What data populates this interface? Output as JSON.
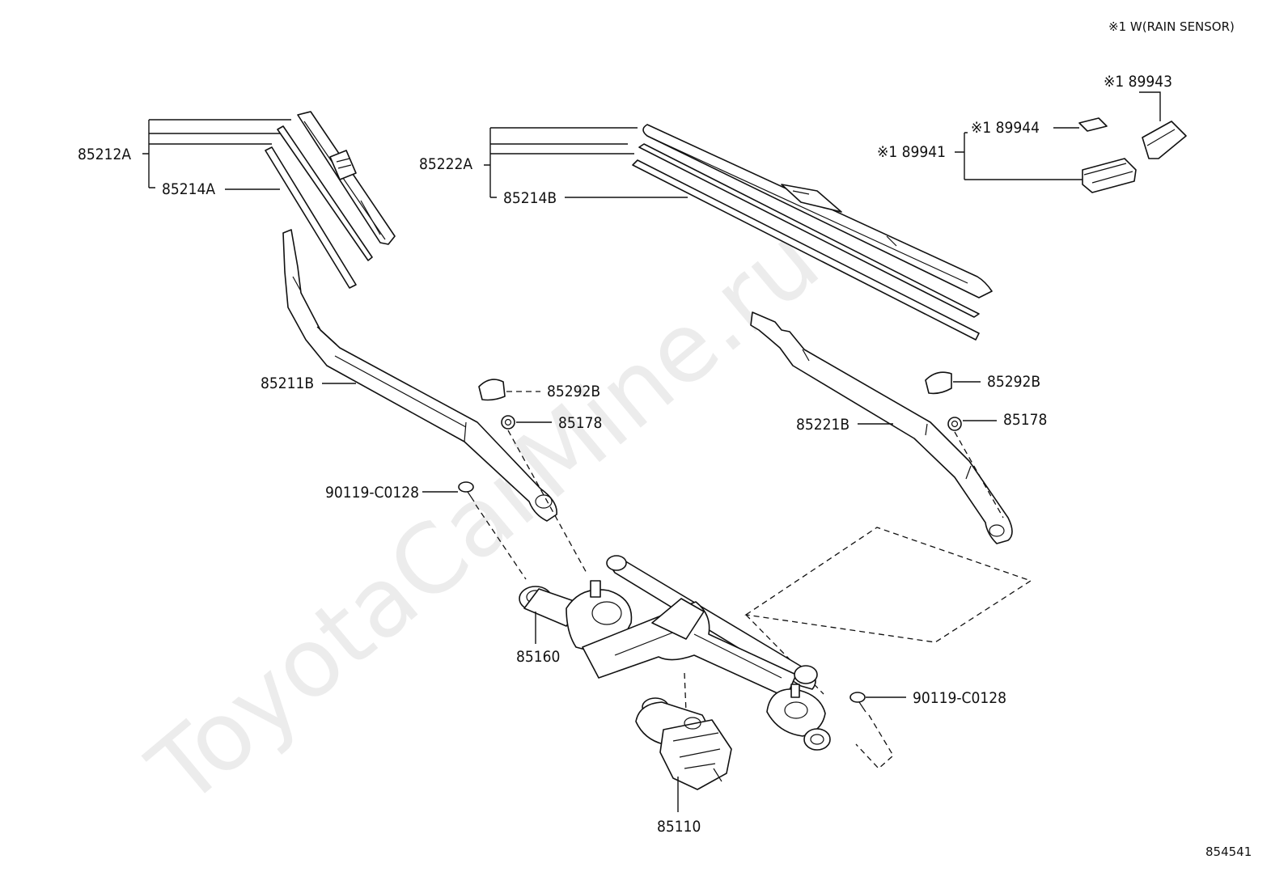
{
  "note": "※1 W(RAIN SENSOR)",
  "diagram_id": "854541",
  "watermark": "ToyotaCarMine.ru",
  "labels": {
    "p85212A": "85212A",
    "p85214A": "85214A",
    "p85222A": "85222A",
    "p85214B": "85214B",
    "p89943": "※1 89943",
    "p89944": "※1 89944",
    "p89941": "※1 89941",
    "p85211B": "85211B",
    "p85292B_left": "85292B",
    "p85178_left": "85178",
    "p90119_left": "90119-C0128",
    "p85292B_right": "85292B",
    "p85178_right": "85178",
    "p85221B": "85221B",
    "p85160": "85160",
    "p90119_right": "90119-C0128",
    "p85110": "85110"
  }
}
